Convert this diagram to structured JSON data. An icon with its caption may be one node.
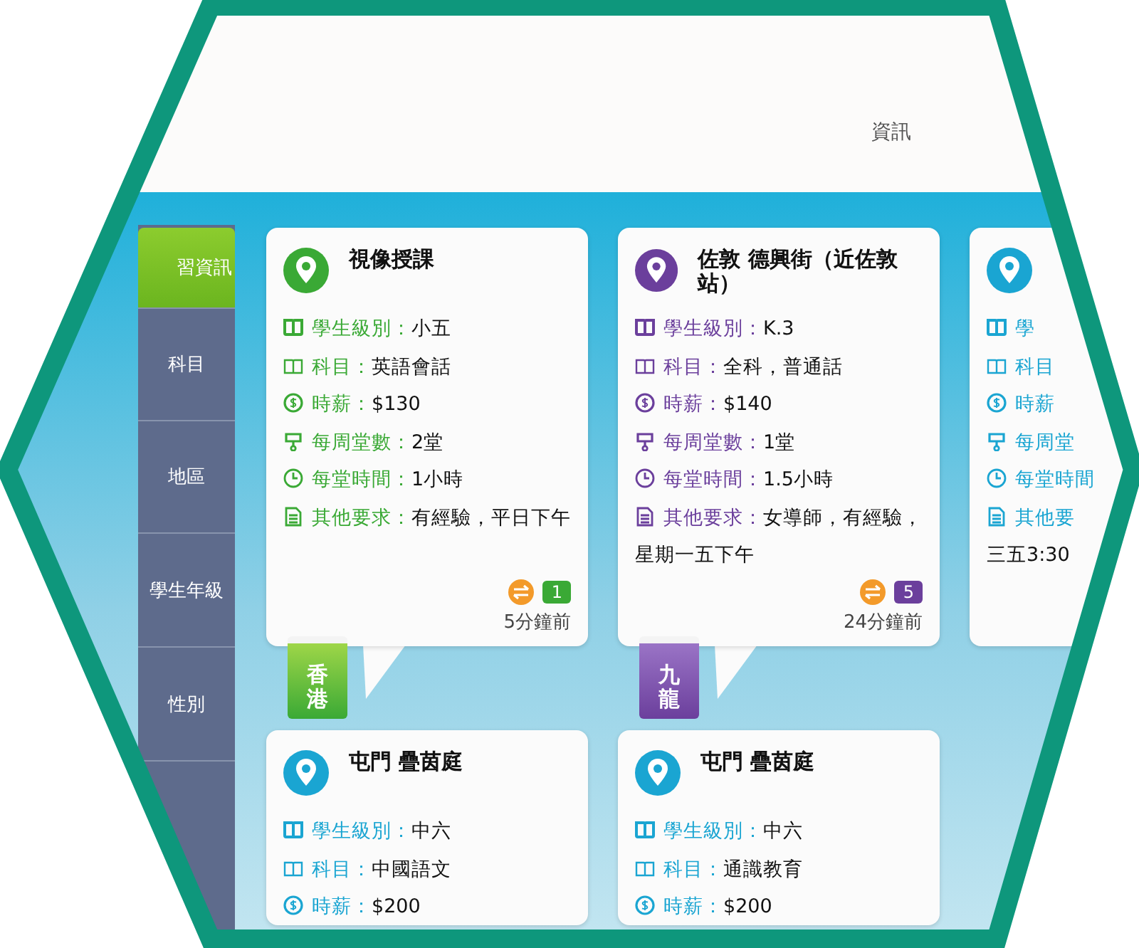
{
  "diagram": {
    "nodes": [
      {
        "text": [
          "習資訊"
        ]
      },
      {
        "text": [
          "科目"
        ]
      },
      {
        "text": [
          "地區"
        ]
      },
      {
        "text": [
          "學生年級"
        ]
      },
      {
        "text": [
          "性別"
        ]
      },
      {
        "text": [
          "視像授課",
          "學生級別：",
          "小五",
          "科目：",
          "英語會話",
          "時薪：",
          "$130",
          "每周堂數：",
          "2堂",
          "每堂時間：",
          "1小時",
          "其他要求：",
          "有經驗，平日下午",
          "1",
          "5分鐘前"
        ]
      },
      {
        "text": [
          "香港"
        ]
      },
      {
        "text": [
          "佐敦 德興街（近佐敦站）",
          "學生級別：",
          "K.3",
          "科目：",
          "全科，普通話",
          "時薪：",
          "$140",
          "每周堂數：",
          "1堂",
          "每堂時間：",
          "1.5小時",
          "其他要求：",
          "女導師，有經驗，星期一五下午",
          "5",
          "24分鐘前"
        ]
      },
      {
        "text": [
          "九龍"
        ]
      },
      {
        "text": [
          "學",
          "科目",
          "時薪",
          "每周堂",
          "每堂時間",
          "其他要",
          "三五3:30"
        ]
      },
      {
        "text": [
          "屯門 疊茵庭",
          "學生級別：",
          "中六",
          "科目：",
          "中國語文",
          "時薪：",
          "$200"
        ]
      },
      {
        "text": [
          "屯門 疊茵庭",
          "學生級別：",
          "中六",
          "科目：",
          "通識教育",
          "時薪：",
          "$200"
        ]
      }
    ],
    "labels": [
      "資訊"
    ]
  }
}
